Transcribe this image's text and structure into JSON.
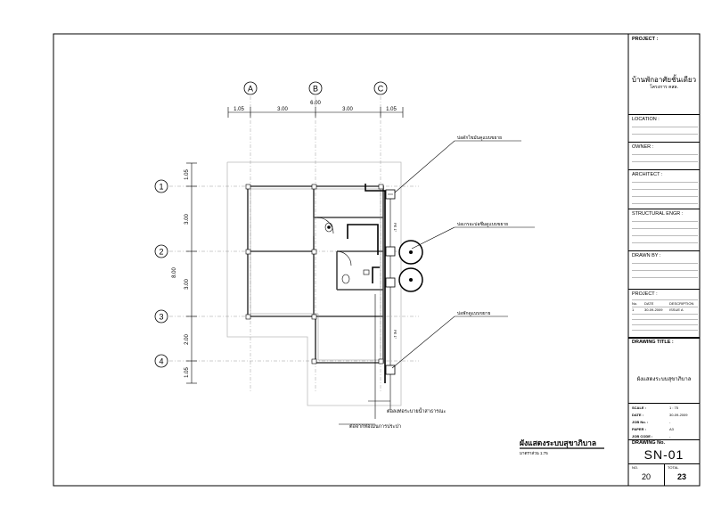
{
  "plan": {
    "grid_cols": [
      "A",
      "B",
      "C"
    ],
    "grid_rows": [
      "1",
      "2",
      "3",
      "4"
    ],
    "dim_top": [
      "1.05",
      "3.00",
      "3.00",
      "1.05"
    ],
    "dim_top_total": "6.00",
    "dim_left": [
      "1.05",
      "3.00",
      "3.00",
      "2.00",
      "1.05"
    ],
    "dim_left_total": "8.00",
    "callout_top": "บ่อดักไขมันคูแบบขยาย",
    "callout_mid": "บ่อเกรอะบ่อซึมดูแบบขยาย",
    "callout_bottom": "บ่อพักดูแบบขยาย",
    "note_public": "ต่อลงท่อระบายน้ำสาธารณะ",
    "note_water": "ต่อจากท่อเมนการประปา",
    "pipe_label_1": "PE 1\"",
    "pipe_label_2": "PE 1\"",
    "main_title": "ผังแสดงระบบสุขาภิบาล",
    "main_scale": "มาตราส่วน 1:75"
  },
  "titleblock": {
    "project_label": "PROJECT :",
    "project_name": "บ้านพักอาศัยชั้นเดียว",
    "project_sub": "โครงการ  คสล.",
    "location_label": "LOCATION :",
    "owner_label": "OWNER :",
    "architect_label": "ARCHITECT :",
    "structural_label": "STRUCTURAL ENGR :",
    "drawn_label": "DRAWN BY :",
    "project2_label": "PROJECT :",
    "rev_no_h": "No.",
    "rev_date_h": "DATE",
    "rev_desc_h": "DESCRIPTION",
    "rev_no": "1",
    "rev_date": "30-09-2009",
    "rev_desc": "ISSUE  A",
    "drawing_title_label": "DRAWING TITLE :",
    "drawing_title": "ผังแสดงระบบสุขาภิบาล",
    "scale_label": "SCALE :",
    "scale_val": "1 : 75",
    "date_label": "DATE :",
    "date_val": "30-09-2009",
    "job_label": "JOB No. :",
    "job_val": "-",
    "paper_label": "PAPER :",
    "paper_val": "A3",
    "jobcode_label": "JOB CODE :",
    "jobcode_val": "-",
    "drawing_no_label": "DRAWING No.",
    "drawing_no": "SN-01",
    "no_label": "NO.",
    "total_label": "TOTAL",
    "no_val": "20",
    "total_val": "23"
  }
}
